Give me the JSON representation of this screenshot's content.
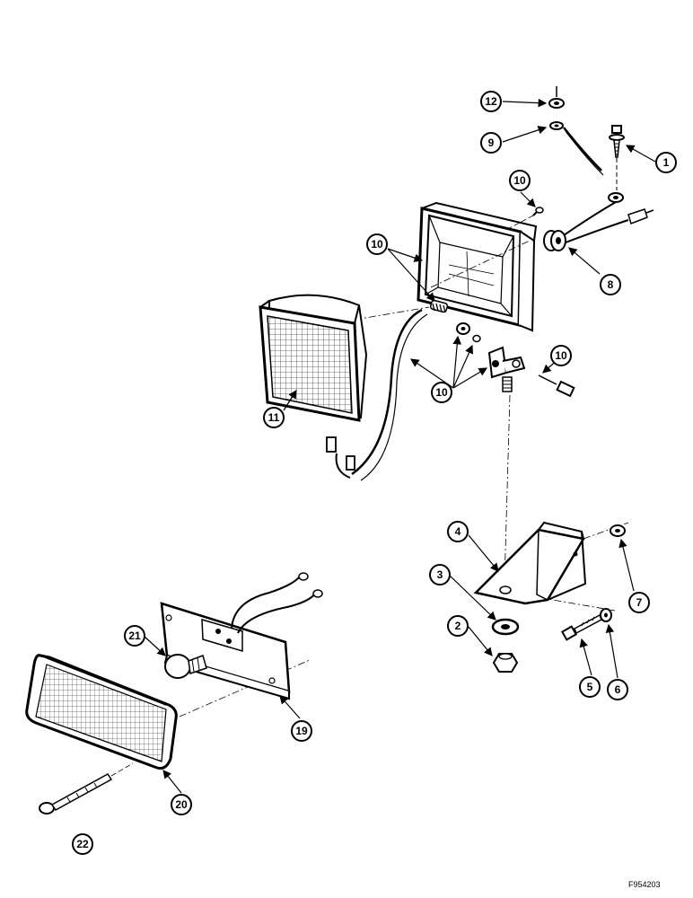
{
  "figure_id": "F954203",
  "callouts": {
    "c1": "1",
    "c2": "2",
    "c3": "3",
    "c4": "4",
    "c5": "5",
    "c6": "6",
    "c7": "7",
    "c8": "8",
    "c9": "9",
    "c10a": "10",
    "c10b": "10",
    "c10c": "10",
    "c10d": "10",
    "c11": "11",
    "c12": "12",
    "c19": "19",
    "c20": "20",
    "c21": "21",
    "c22": "22"
  }
}
